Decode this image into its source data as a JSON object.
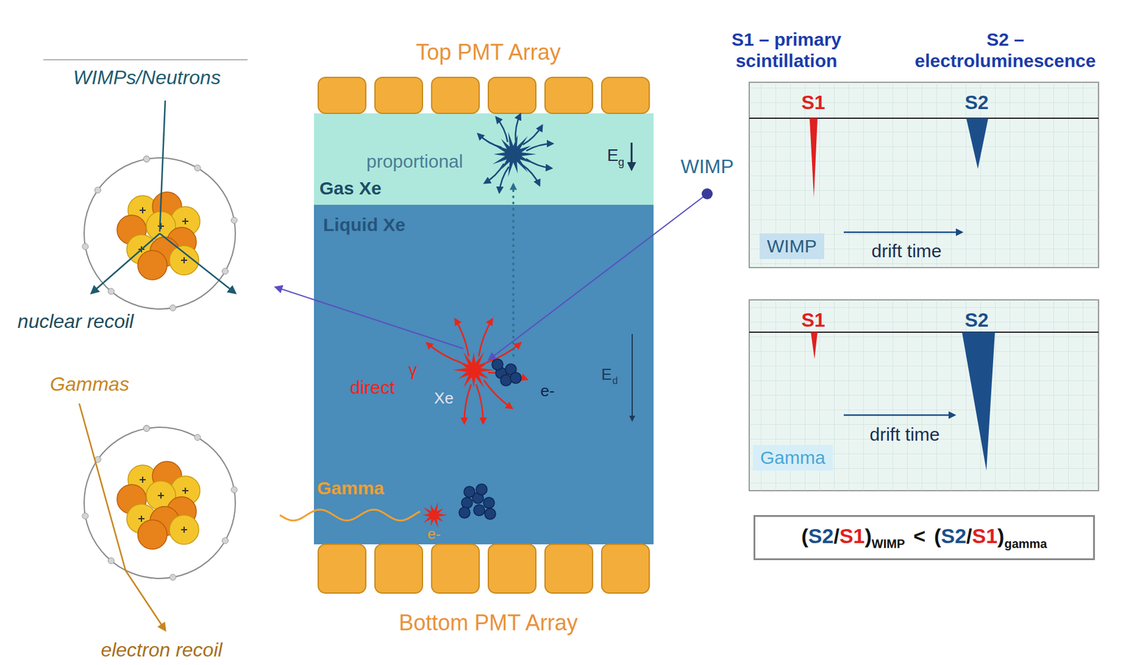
{
  "diagram": {
    "nodes": [
      {
        "text": [
          "proportional",
          "Gas Xe"
        ]
      },
      {
        "text": [
          "Liquid Xe",
          "direct",
          "γ",
          "Xe",
          "e-",
          "Gamma",
          "e-"
        ]
      },
      {
        "text": [
          "S1",
          "S2",
          "drift time"
        ]
      },
      {
        "text": [
          "WIMP"
        ],
        "in": 2
      },
      {
        "text": [
          "S1",
          "S2",
          "drift time"
        ]
      },
      {
        "text": [
          "Gamma"
        ],
        "in": 4
      },
      {
        "text": [
          "(",
          "S2",
          "/",
          "S1",
          ")",
          "WIMP",
          "<",
          "(",
          "S2",
          "/",
          "S1",
          ")",
          "gamma"
        ]
      }
    ],
    "labels": [
      "WIMPs/Neutrons",
      "nuclear recoil",
      "Gammas",
      "electron recoil",
      "Top PMT Array",
      "Bottom PMT Array",
      "WIMP",
      "E",
      "g",
      "E",
      "d",
      "S1 – primary scintillation",
      "S2 – electroluminescence"
    ]
  }
}
